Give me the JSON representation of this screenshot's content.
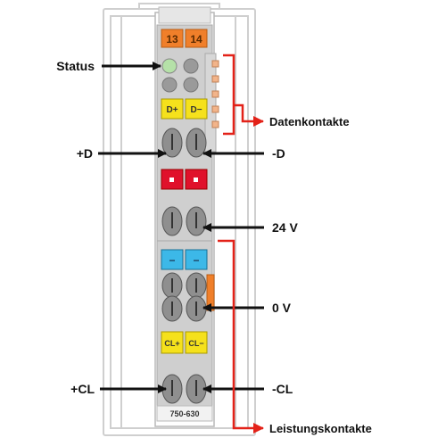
{
  "module": {
    "number": "750-630",
    "top_labels": [
      "13",
      "14"
    ],
    "yellow_labels_top": [
      "D+",
      "D−"
    ],
    "blue_labels": [
      "−",
      "−"
    ],
    "yellow_labels_bottom": [
      "CL+",
      "CL−"
    ]
  },
  "labels": {
    "status": "Status",
    "plus_d": "+D",
    "minus_d": "-D",
    "v24": "24 V",
    "v0": "0 V",
    "plus_cl": "+CL",
    "minus_cl": "-CL",
    "datenkontakte": "Datenkontakte",
    "leistungskontakte": "Leistungskontakte"
  },
  "colors": {
    "arrow_black": "#111111",
    "bracket_red": "#e32219",
    "module_gray": "#c4c4c4",
    "orange": "#f07f2a",
    "yellow": "#f5e11c",
    "red": "#e0112b",
    "blue": "#3cb8e8",
    "led_green": "#b5e1a8"
  }
}
